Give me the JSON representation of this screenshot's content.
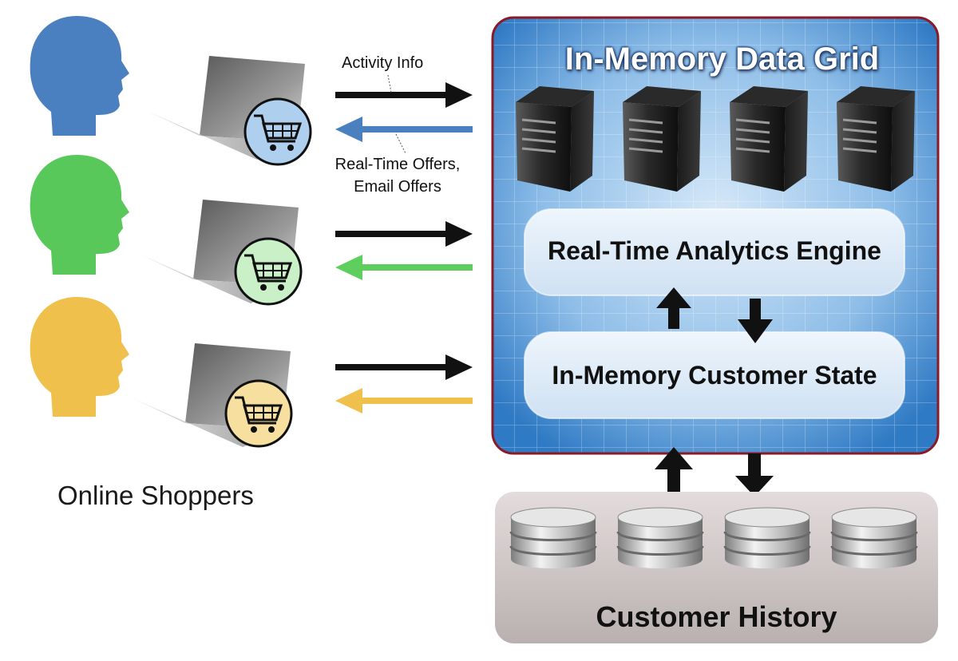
{
  "labels": {
    "activity_info": "Activity Info",
    "offers_line1": "Real-Time Offers,",
    "offers_line2": "Email Offers",
    "online_shoppers": "Online Shoppers"
  },
  "grid": {
    "title": "In-Memory Data Grid",
    "analytics_engine": "Real-Time Analytics Engine",
    "customer_state": "In-Memory Customer State"
  },
  "history": {
    "title": "Customer History"
  },
  "shoppers": [
    {
      "head_color": "#4a80c0",
      "cart_bg": "#aed0ee",
      "return_arrow": "#4a80c0"
    },
    {
      "head_color": "#58c85a",
      "cart_bg": "#c9f0c6",
      "return_arrow": "#5ecf5e"
    },
    {
      "head_color": "#f0c04c",
      "cart_bg": "#f7dfa0",
      "return_arrow": "#f0c04c"
    }
  ],
  "colors": {
    "grid_border": "#8a1a26",
    "activity_arrow": "#111111"
  },
  "icons": [
    "head-icon",
    "laptop-icon",
    "shopping-cart-icon",
    "server-icon",
    "database-icon",
    "arrow-icon"
  ]
}
